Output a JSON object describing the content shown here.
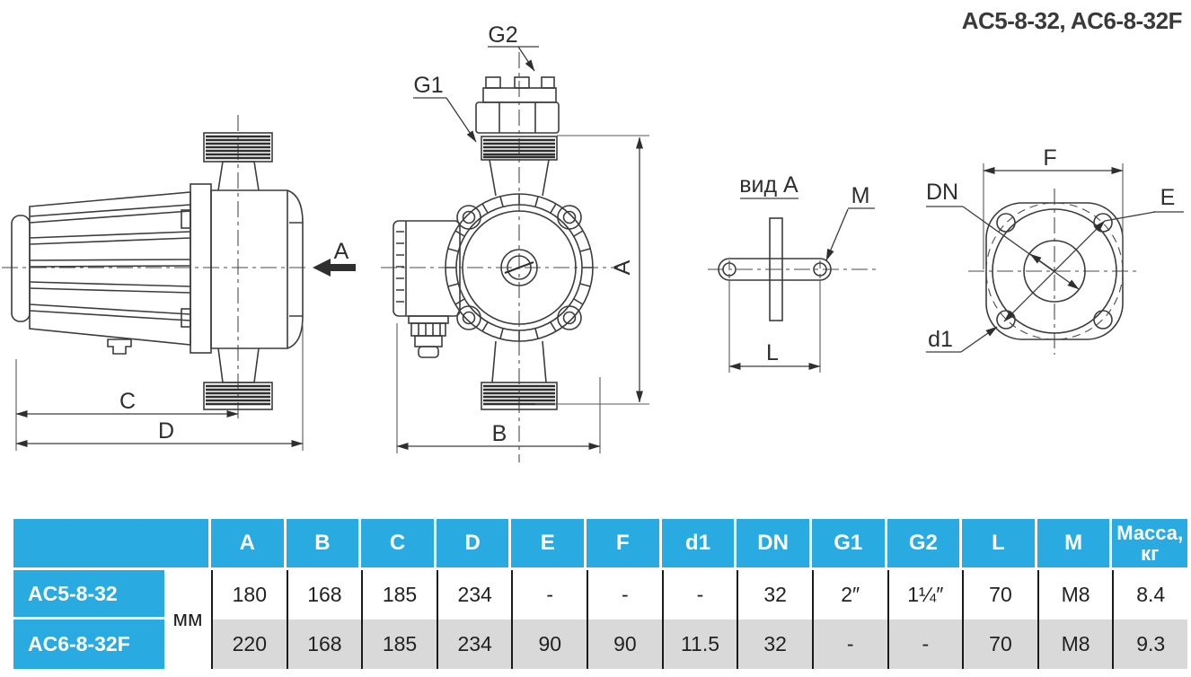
{
  "title": "AC5-8-32, AC6-8-32F",
  "drawings": {
    "side_view": {
      "dim_c": "C",
      "dim_d": "D",
      "arrow_label": "A"
    },
    "front_view": {
      "g1": "G1",
      "g2": "G2",
      "dim_a": "A",
      "dim_b": "B"
    },
    "view_a": {
      "caption": "вид А",
      "m": "M",
      "dim_l": "L"
    },
    "flange_view": {
      "dim_f": "F",
      "dn": "DN",
      "e": "E",
      "d1": "d1"
    }
  },
  "table": {
    "unit": "мм",
    "columns": [
      "A",
      "B",
      "C",
      "D",
      "E",
      "F",
      "d1",
      "DN",
      "G1",
      "G2",
      "L",
      "M"
    ],
    "mass_header": {
      "line1": "Масса,",
      "line2": "кг"
    },
    "rows": [
      {
        "model": "AC5-8-32",
        "values": [
          "180",
          "168",
          "185",
          "234",
          "-",
          "-",
          "-",
          "32",
          "2″",
          "1¼″",
          "70",
          "M8",
          "8.4"
        ]
      },
      {
        "model": "AC6-8-32F",
        "values": [
          "220",
          "168",
          "185",
          "234",
          "90",
          "90",
          "11.5",
          "32",
          "-",
          "-",
          "70",
          "M8",
          "9.3"
        ]
      }
    ]
  },
  "colors": {
    "accent_blue": "#29abe2",
    "row_gray": "#d9d9d9",
    "drawing_line": "#3c3c3c"
  }
}
